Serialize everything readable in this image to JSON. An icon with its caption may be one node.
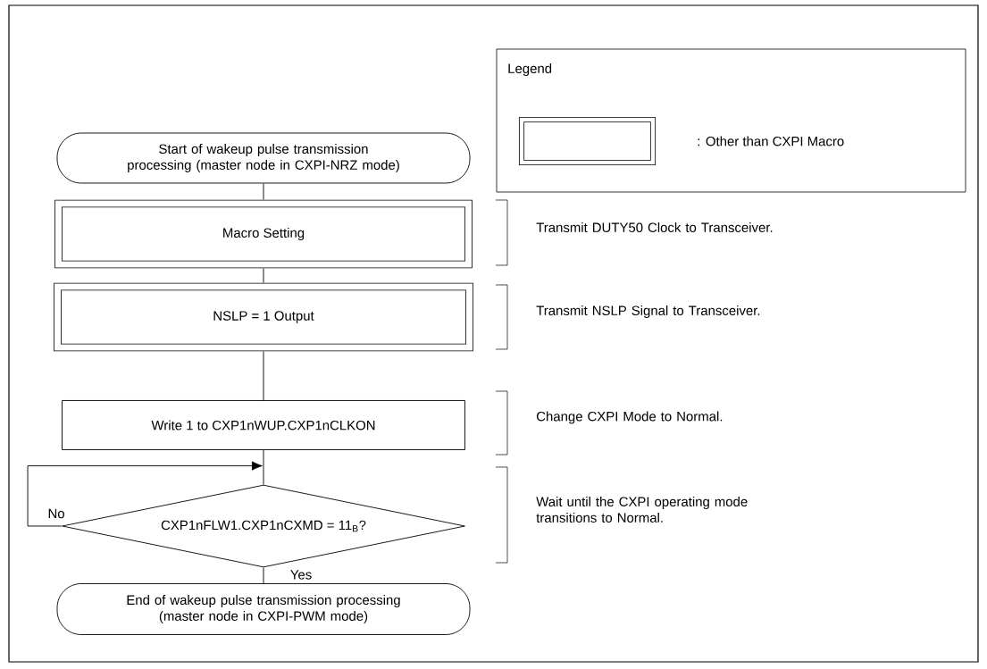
{
  "diagram": {
    "nodes": [
      {
        "text": [
          "Start of wakeup pulse transmission processing (master node in CXPI-NRZ mode)"
        ]
      },
      {
        "text": [
          "Macro Setting"
        ]
      },
      {
        "text": [
          "NSLP = 1 Output"
        ]
      },
      {
        "text": [
          "Write 1 to CXP1nWUP.CXP1nCLKON"
        ]
      },
      {
        "text": [
          "CXP1nFLW1.CXP1nCXMD = 11$_{B}$?"
        ]
      },
      {
        "text": [
          "End of wakeup pulse transmission processing (master node in CXPI-PWM mode)"
        ]
      }
    ],
    "edges": [
      {
        "from": 0,
        "to": 1,
        "arrow": "none"
      },
      {
        "from": 1,
        "to": 2,
        "arrow": "none"
      },
      {
        "from": 2,
        "to": 3,
        "arrow": "none"
      },
      {
        "from": 3,
        "to": 4,
        "arrow": "none"
      },
      {
        "from": 4,
        "to": 5,
        "arrow": "none",
        "label": "Yes"
      },
      {
        "from": 4,
        "to": null,
        "arrow": "to",
        "label": "No"
      }
    ],
    "labels": [
      "Legend",
      "Transmit DUTY50 Clock to Transceiver.",
      "Transmit NSLP Signal to Transceiver.",
      "Change CXPI Mode to Normal.",
      "Wait until the CXPI operating mode transitions to Normal."
    ],
    "legend": [
      {
        "text": ": Other than CXPI Macro"
      }
    ]
  }
}
